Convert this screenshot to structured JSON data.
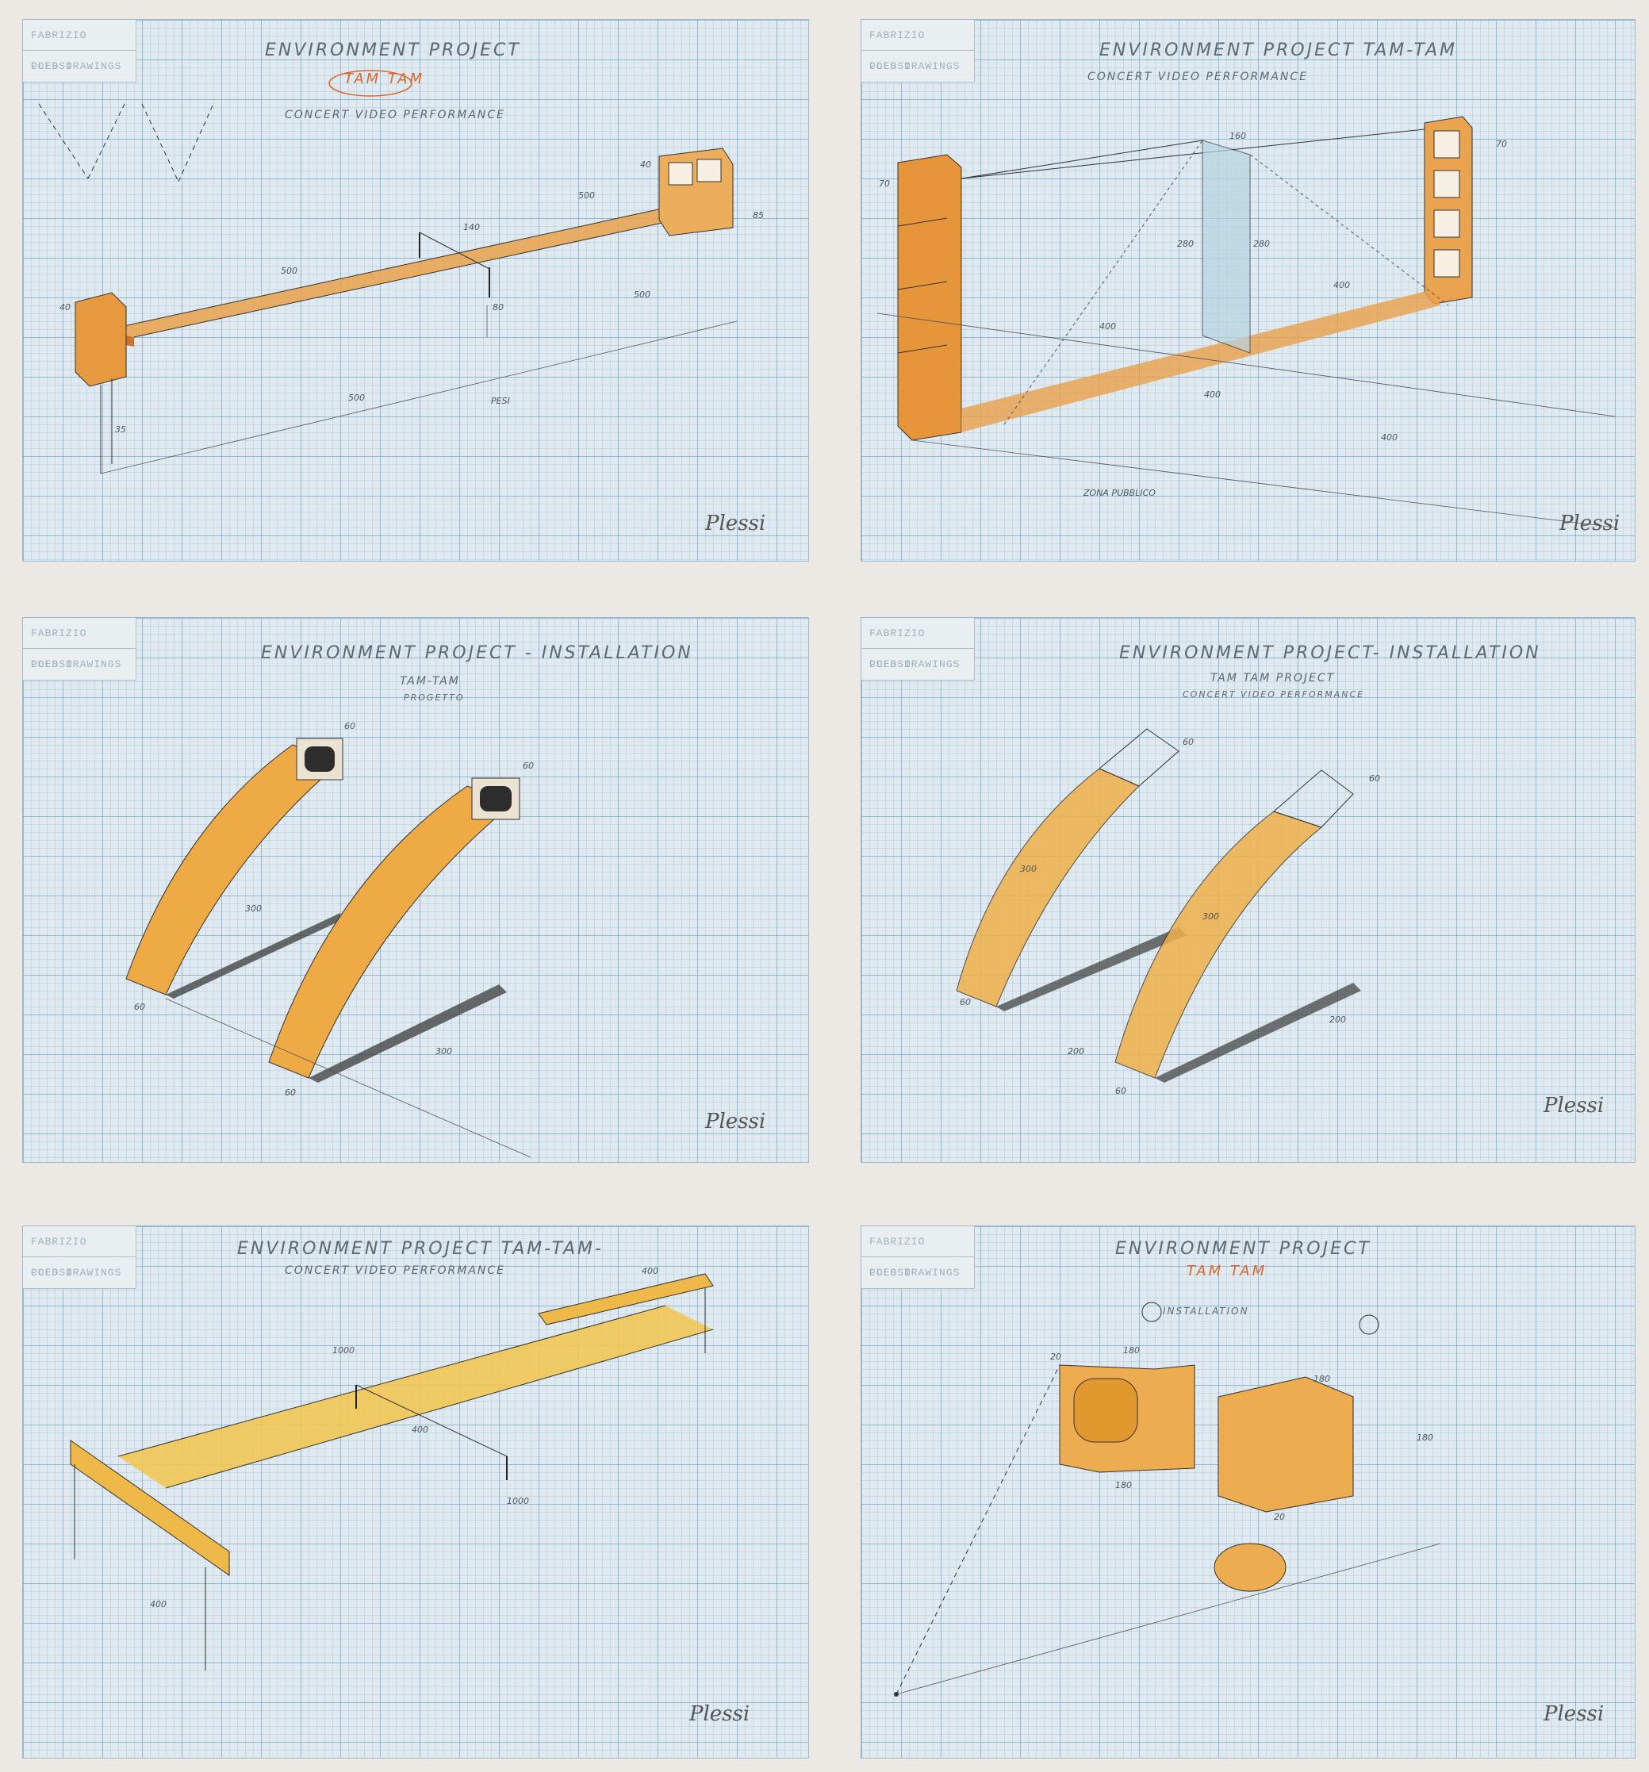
{
  "stamp": {
    "artist": "FABRIZIO PLESSI",
    "series": "COLD DRAWINGS"
  },
  "signature": "Plessi",
  "colors": {
    "wood": "#e99a3a",
    "wood_light": "#f1c777",
    "grid": "#dfe9ef",
    "accent": "#d9662d"
  },
  "panels": [
    {
      "title": "ENVIRONMENT PROJECT",
      "subtitle": "TAM TAM",
      "line2": "CONCERT VIDEO PERFORMANCE",
      "dims": [
        "500",
        "500",
        "140",
        "500",
        "500",
        "80",
        "40",
        "40",
        "85",
        "35"
      ],
      "note": "PESI"
    },
    {
      "title": "ENVIRONMENT PROJECT  TAM-TAM",
      "subtitle": "",
      "line2": "CONCERT VIDEO PERFORMANCE",
      "dims": [
        "400",
        "400",
        "400",
        "400",
        "280",
        "280",
        "70",
        "70",
        "160"
      ],
      "note": "ZONA PUBBLICO"
    },
    {
      "title": "ENVIRONMENT PROJECT - INSTALLATION",
      "subtitle": "TAM-TAM",
      "line2": "PROGETTO",
      "dims": [
        "60",
        "60",
        "300",
        "300",
        "60",
        "60"
      ],
      "note": ""
    },
    {
      "title": "ENVIRONMENT PROJECT- INSTALLATION",
      "subtitle": "TAM TAM PROJECT",
      "line2": "CONCERT VIDEO PERFORMANCE",
      "dims": [
        "60",
        "60",
        "300",
        "300",
        "200",
        "200",
        "60",
        "60"
      ],
      "note": ""
    },
    {
      "title": "ENVIRONMENT PROJECT    TAM-TAM-",
      "subtitle": "",
      "line2": "CONCERT VIDEO PERFORMANCE",
      "dims": [
        "400",
        "1000",
        "400",
        "1000",
        "400"
      ],
      "note": ""
    },
    {
      "title": "ENVIRONMENT PROJECT",
      "subtitle": "TAM TAM",
      "line2": "INSTALLATION",
      "dims": [
        "180",
        "180",
        "180",
        "180",
        "20",
        "20"
      ],
      "note": ""
    }
  ]
}
